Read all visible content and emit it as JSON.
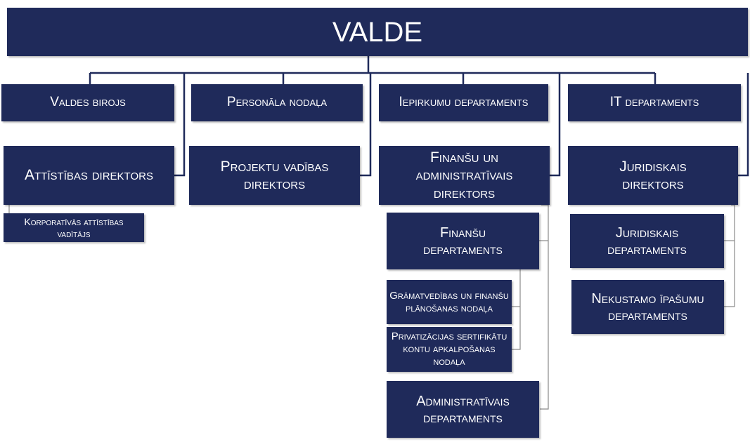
{
  "board": {
    "label": "VALDE"
  },
  "departments": {
    "valdes_birojs": "Valdes birojs",
    "personala_nodala": "Personāla nodaļa",
    "iepirkumu": "Iepirkumu departaments",
    "it": "IT departaments"
  },
  "directors": {
    "attistibas": "Attīstības direktors",
    "projektu": "Projektu vadības direktors",
    "finansu_admin": "Finanšu un administratīvais direktors",
    "juridiskais": "Juridiskais direktors"
  },
  "units": {
    "korporativas": "Korporatīvās attīstības vadītājs",
    "finansu_dep": "Finanšu departaments",
    "gramatvedibas": "Grāmatvedības un finanšu plānošanas nodaļa",
    "privatizacijas": "Privatizācijas sertifikātu kontu apkalpošanas nodaļa",
    "administrativais": "Administratīvais departaments",
    "juridiskais_dep": "Juridiskais departaments",
    "nekustamo": "Nekustamo īpašumu departaments"
  },
  "colors": {
    "box": "#1f2a5a",
    "connector": "#1f2a5a",
    "sub_connector": "#8a8a8a",
    "text": "#ffffff"
  }
}
